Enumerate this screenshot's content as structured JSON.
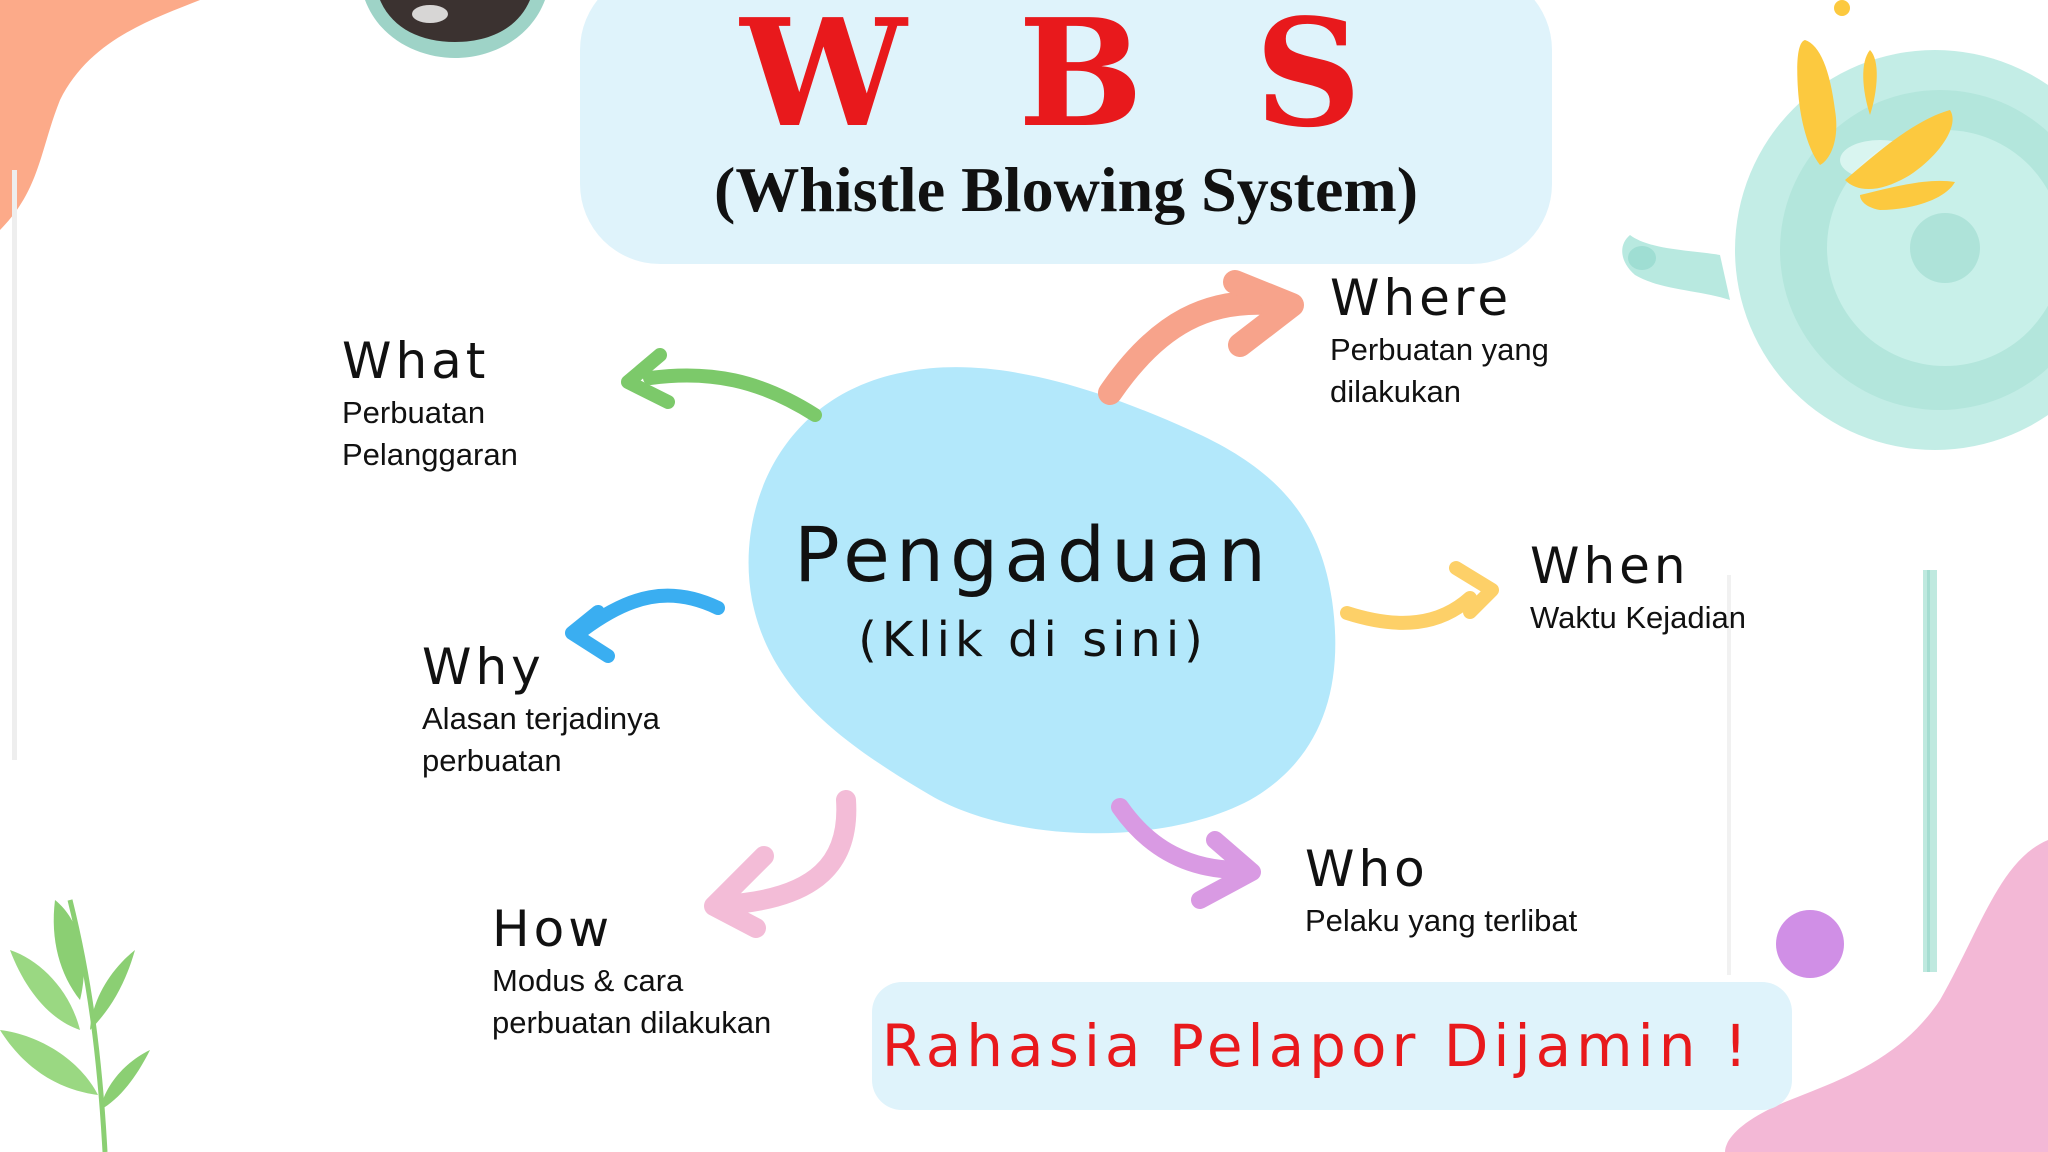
{
  "title": "W B S",
  "subtitle": "(Whistle Blowing System)",
  "center": {
    "title": "Pengaduan",
    "subtitle": "(Klik di sini)"
  },
  "nodes": {
    "what": {
      "label": "What",
      "desc": "Perbuatan\nPelanggaran"
    },
    "where": {
      "label": "Where",
      "desc": "Perbuatan yang\ndilakukan"
    },
    "when": {
      "label": "When",
      "desc": "Waktu Kejadian"
    },
    "who": {
      "label": "Who",
      "desc": "Pelaku yang terlibat"
    },
    "how": {
      "label": "How",
      "desc": "Modus & cara\nperbuatan dilakukan"
    },
    "why": {
      "label": "Why",
      "desc": "Alasan terjadinya\nperbuatan"
    }
  },
  "footer": "Rahasia  Pelapor Dijamin !",
  "colors": {
    "title_red": "#e8191c",
    "blob_blue": "#b3e8fb",
    "box_blue": "#dff3fb",
    "arrow_what": "#7cc96a",
    "arrow_where": "#f7a38b",
    "arrow_when": "#fdd068",
    "arrow_who": "#d99ae3",
    "arrow_how": "#f3bcd7",
    "arrow_why": "#3aaef1"
  }
}
